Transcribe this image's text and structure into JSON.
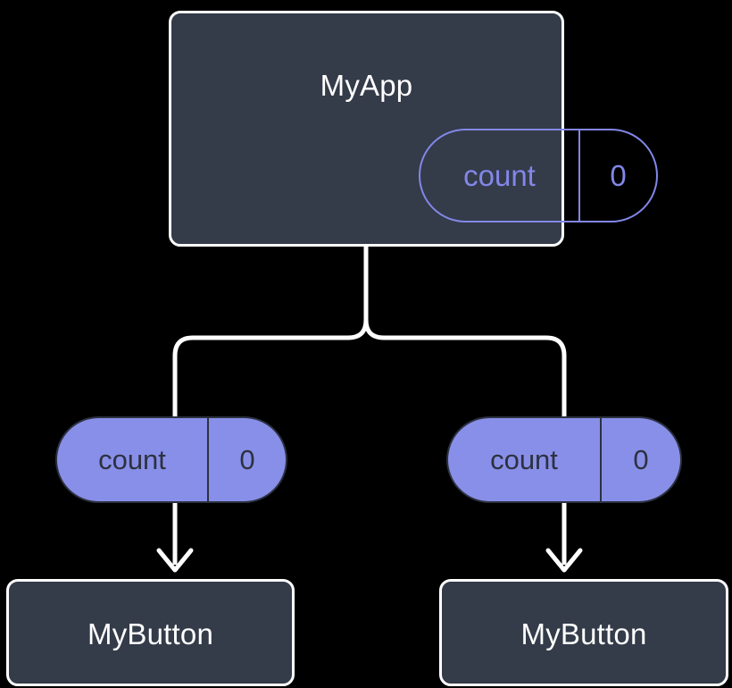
{
  "diagram": {
    "title": "MyApp component tree with count state propagated as props",
    "background_color": "#000000",
    "edge_color": "#ffffff",
    "accent_color": "#8287e8",
    "pill_fill_color": "#888fe8",
    "box_fill_color": "#343b49",
    "nodes": [
      {
        "id": "myapp",
        "type": "component-box",
        "label": "MyApp",
        "state": {
          "key": "count",
          "value": "0"
        }
      },
      {
        "id": "props-left",
        "type": "props-pill",
        "key": "count",
        "value": "0"
      },
      {
        "id": "props-right",
        "type": "props-pill",
        "key": "count",
        "value": "0"
      },
      {
        "id": "mybutton-left",
        "type": "component-box",
        "label": "MyButton"
      },
      {
        "id": "mybutton-right",
        "type": "component-box",
        "label": "MyButton"
      }
    ],
    "edges": [
      {
        "from": "myapp",
        "to": "props-left",
        "style": "fork-line"
      },
      {
        "from": "myapp",
        "to": "props-right",
        "style": "fork-line"
      },
      {
        "from": "props-left",
        "to": "mybutton-left",
        "style": "arrow"
      },
      {
        "from": "props-right",
        "to": "mybutton-right",
        "style": "arrow"
      }
    ]
  }
}
